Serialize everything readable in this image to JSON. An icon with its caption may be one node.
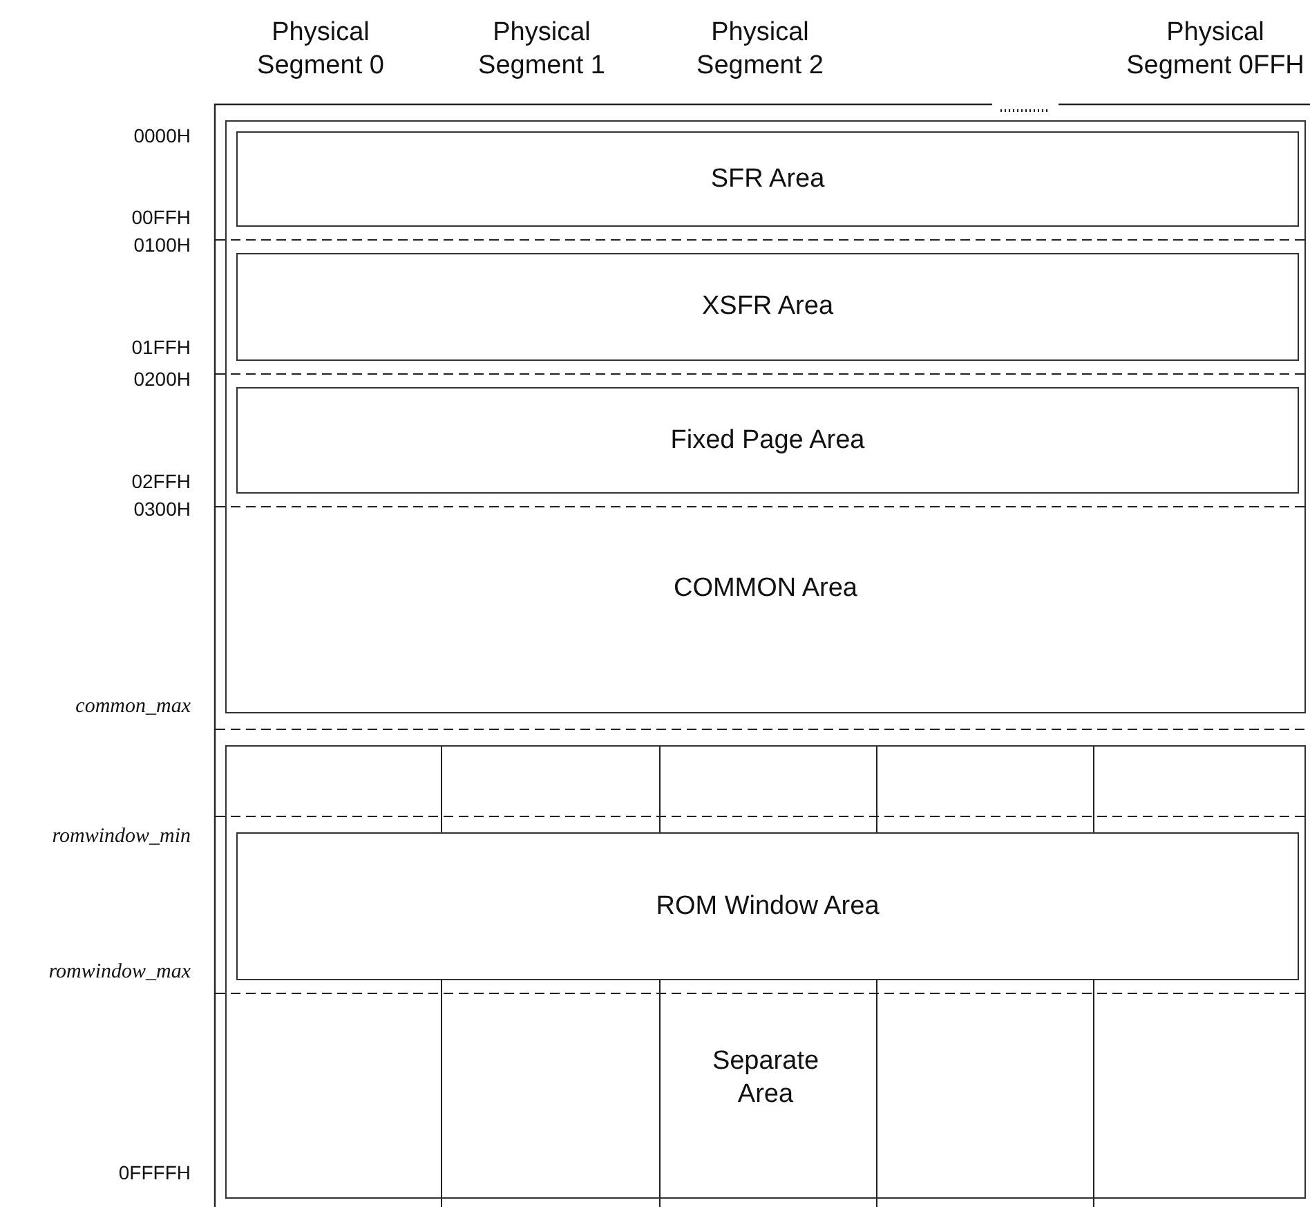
{
  "diagram": {
    "nodes": [
      {
        "text": [
          "COMMON Area"
        ]
      },
      {
        "text": [
          "SFR Area"
        ],
        "in": 0
      },
      {
        "text": [
          "XSFR Area"
        ],
        "in": 0
      },
      {
        "text": [
          "Fixed Page Area"
        ],
        "in": 0
      },
      {
        "text": [
          "Separate Area"
        ]
      },
      {
        "text": [
          "ROM Window Area"
        ],
        "in": 4
      }
    ],
    "edges": [],
    "labels": [
      "Physical Segment 0",
      "Physical Segment 1",
      "Physical Segment 2",
      "Physical Segment 0FFH",
      "0000H",
      "00FFH",
      "0100H",
      "01FFH",
      "0200H",
      "02FFH",
      "0300H",
      "common_max",
      "romwindow_min",
      "romwindow_max",
      "0FFFFH"
    ]
  }
}
